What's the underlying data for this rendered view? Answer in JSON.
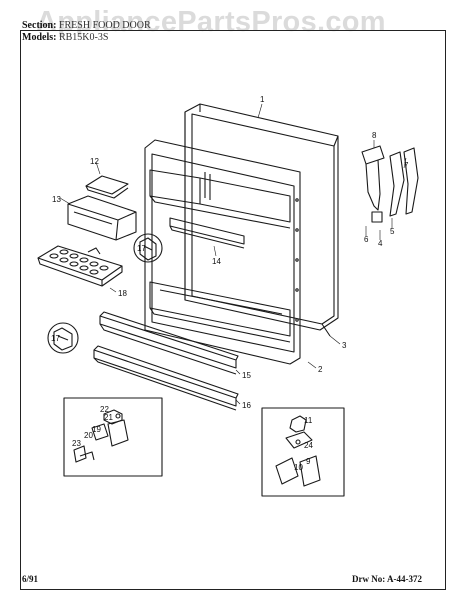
{
  "watermark": "AppliancePartsPros.com",
  "header": {
    "section_label": "Section:",
    "section_value": "FRESH FOOD DOOR",
    "models_label": "Models:",
    "models_value": "RB15K0-3S"
  },
  "footer": {
    "date": "6/91",
    "drawing_number": "Drw No: A-44-372"
  },
  "callouts": [
    "1",
    "2",
    "3",
    "4",
    "5",
    "6",
    "7",
    "8",
    "9",
    "10",
    "11",
    "12",
    "13",
    "14",
    "15",
    "16",
    "17",
    "17",
    "18",
    "19",
    "20",
    "21",
    "22",
    "23",
    "24"
  ]
}
